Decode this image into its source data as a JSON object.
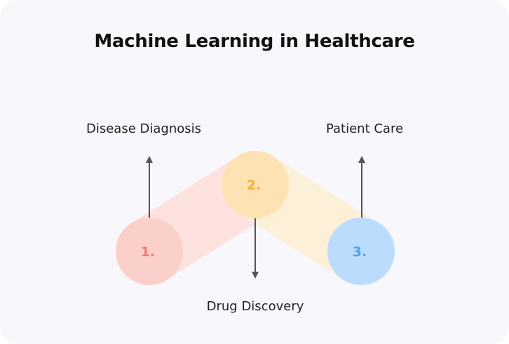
{
  "title": "Machine Learning in Healthcare",
  "steps": [
    {
      "number": "1.",
      "label": "Disease Diagnosis",
      "circle_color": "#fbd0cb",
      "number_color": "#f47b6c",
      "band_color": "#fde2df"
    },
    {
      "number": "2.",
      "label": "Drug Discovery",
      "circle_color": "#fde3b3",
      "number_color": "#f7ae2c",
      "band_color": "#fdf0d8"
    },
    {
      "number": "3.",
      "label": "Patient Care",
      "circle_color": "#bcdcfd",
      "number_color": "#4aa3f3"
    }
  ],
  "arrow_color": "#555555"
}
